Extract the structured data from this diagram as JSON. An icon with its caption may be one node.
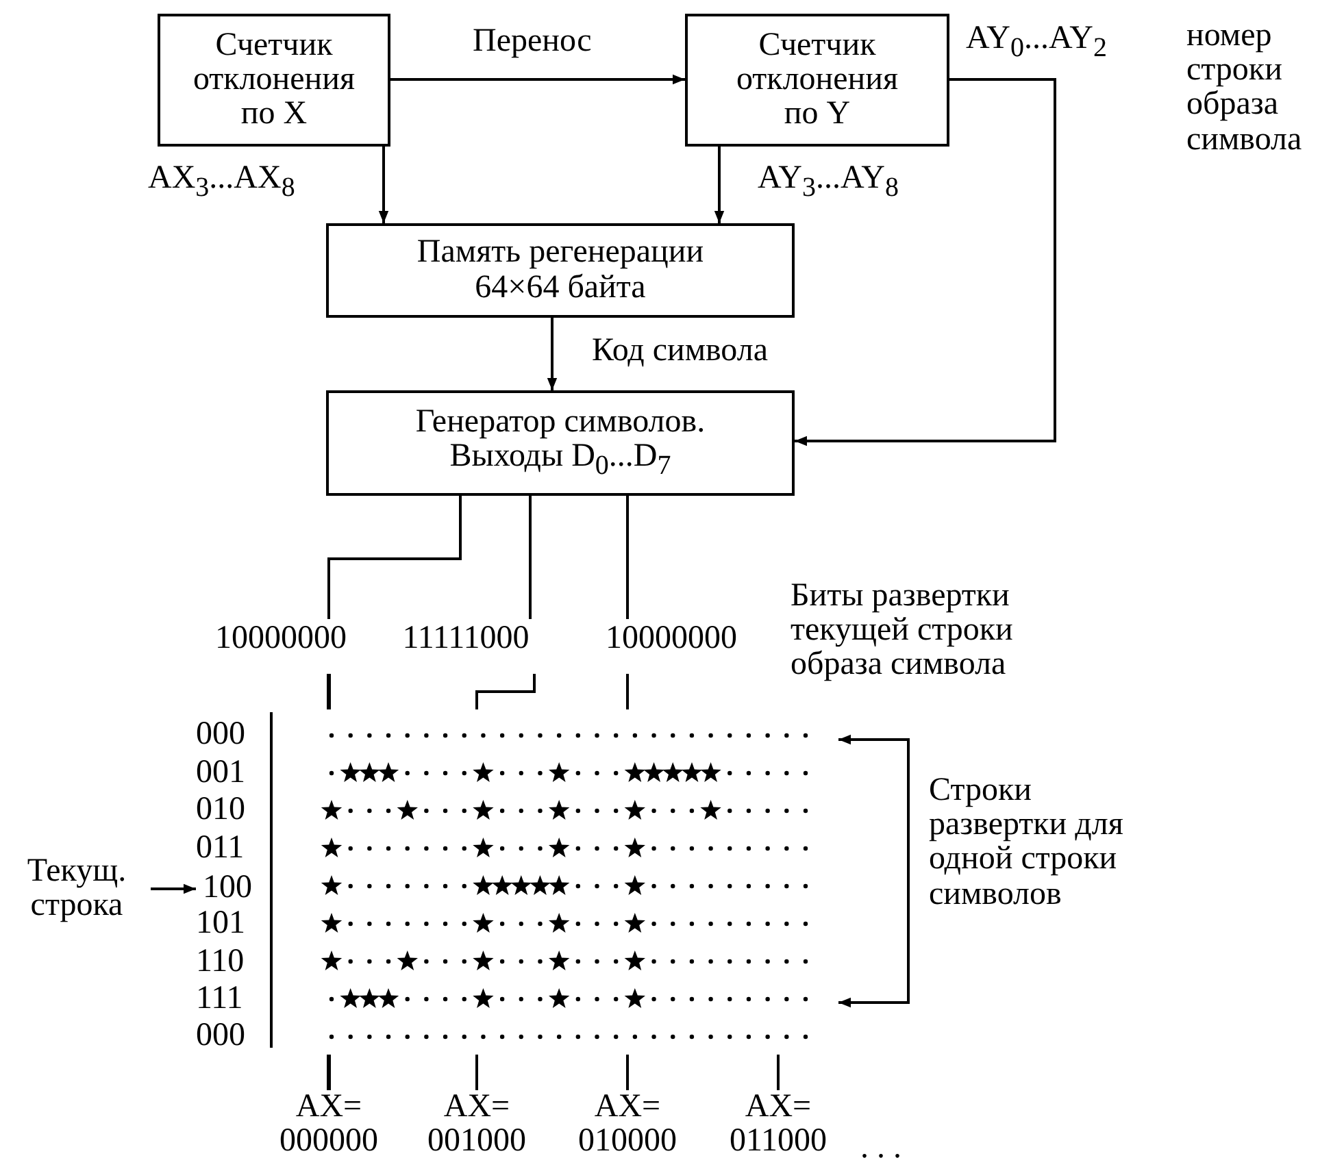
{
  "diagram": {
    "nodes": [
      {
        "text": [
          "Счетчик отклонения по X"
        ]
      },
      {
        "text": [
          "Счетчик отклонения по Y"
        ]
      },
      {
        "text": [
          "Память регенерации 64×64 байта"
        ]
      },
      {
        "text": [
          "Генератор символов. Выходы D$_{0}$...D$_{7}$"
        ]
      },
      {
        "text": [
          "10000000"
        ]
      },
      {
        "text": [
          "11111000"
        ]
      },
      {
        "text": [
          "10000000"
        ]
      },
      {
        "text": [
          "Текущ. строка"
        ]
      },
      {
        "text": [
          "100"
        ]
      }
    ],
    "edges": [
      {
        "from": 0,
        "to": 1,
        "arrow": "to",
        "label": "Перенос"
      },
      {
        "from": 0,
        "to": 2,
        "arrow": "to",
        "label": "AX$_{3}$...AX$_{8}$"
      },
      {
        "from": 1,
        "to": 2,
        "arrow": "to",
        "label": "AY$_{3}$...AY$_{8}$"
      },
      {
        "from": 1,
        "to": 3,
        "arrow": "to",
        "label": "AY$_{0}$...AY$_{2}$"
      },
      {
        "from": 2,
        "to": 3,
        "arrow": "to",
        "label": "Код символа"
      },
      {
        "from": 3,
        "to": 4,
        "arrow": "none"
      },
      {
        "from": 3,
        "to": 5,
        "arrow": "none"
      },
      {
        "from": 3,
        "to": 6,
        "arrow": "none"
      },
      {
        "from": 7,
        "to": 8,
        "arrow": "to"
      }
    ],
    "labels": [
      "номер строки образа символа",
      "Биты развертки текущей строки образа символа",
      "000",
      "001",
      "010",
      "011",
      "101",
      "110",
      "111",
      "000",
      "Строки развертки для одной строки символов",
      "AX= 000000",
      "AX= 001000",
      "AX= 010000",
      "AX= 011000",
      ". . ."
    ]
  }
}
